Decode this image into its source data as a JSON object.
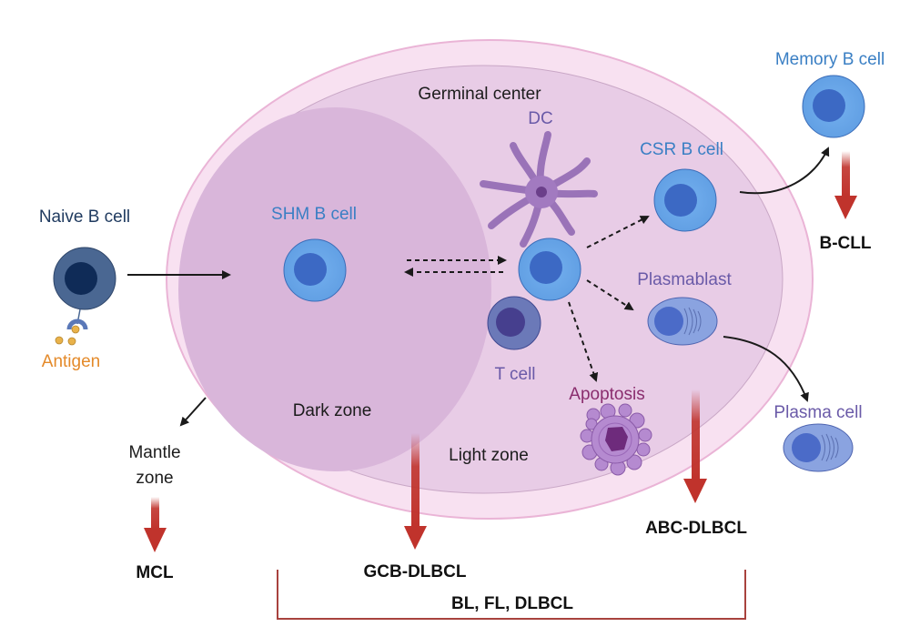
{
  "title": "Germinal center B-cell differentiation and lymphoma origins",
  "colors": {
    "outer_ring": "#f8e1f1",
    "outer_ring_stroke": "#eab4d6",
    "light_zone": "#e8cce6",
    "dark_zone": "#d9b6da",
    "b_cell_outer": "#6aa6e8",
    "b_cell_nucleus": "#3c69c4",
    "naive_outer": "#4a6792",
    "naive_nucleus": "#0f2b57",
    "t_cell_outer": "#6b79b8",
    "t_cell_nucleus": "#463f8e",
    "plasma_outer": "#8aa3e0",
    "plasma_nucleus": "#4b6bc8",
    "dc_body": "#a27ac0",
    "dc_nucleus": "#6b3f8a",
    "apoptosis_body": "#b58ad0",
    "apoptosis_nucleus": "#6e2b7c",
    "antigen": "#e9b24a",
    "arrow_red": "#c0332c",
    "bracket": "#a8423e"
  },
  "labels": {
    "germinal_center": "Germinal center",
    "dark_zone": "Dark zone",
    "light_zone": "Light zone",
    "mantle_zone_line1": "Mantle",
    "mantle_zone_line2": "zone"
  },
  "cells": {
    "naive_b": "Naive B cell",
    "antigen": "Antigen",
    "shm_b": "SHM B cell",
    "dc": "DC",
    "t_cell": "T cell",
    "csr_b": "CSR B cell",
    "plasmablast": "Plasmablast",
    "apoptosis": "Apoptosis",
    "memory_b": "Memory B cell",
    "plasma_cell": "Plasma cell"
  },
  "lymphomas": {
    "mcl": "MCL",
    "gcb_dlbcl": "GCB-DLBCL",
    "abc_dlbcl": "ABC-DLBCL",
    "b_cll": "B-CLL",
    "bracket_group": "BL, FL, DLBCL"
  }
}
